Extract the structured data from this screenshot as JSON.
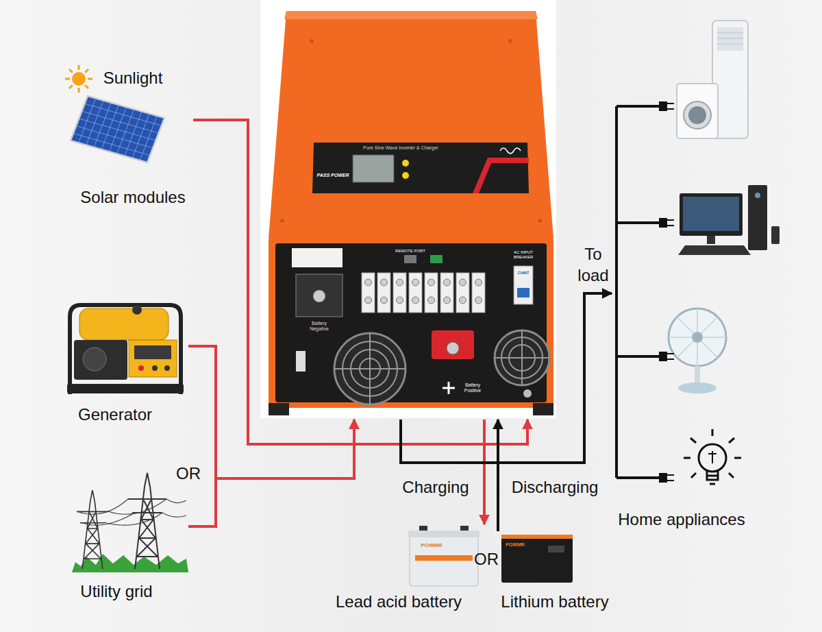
{
  "diagram": {
    "nodes": [
      {
        "text": [
          "Solar modules"
        ]
      },
      {
        "text": [
          "Generator"
        ]
      },
      {
        "text": [
          "Utility grid"
        ]
      },
      {
        "text": [
          "Pure Sine Wave Inverter & Charger",
          "PASS POWER"
        ]
      },
      {
        "text": [
          "Lead acid battery"
        ]
      },
      {
        "text": [
          "Lithium battery"
        ]
      },
      {
        "text": [
          "Home appliances"
        ]
      }
    ],
    "edges": [
      {
        "from": 0,
        "to": 3,
        "arrow": "to"
      },
      {
        "from": 1,
        "to": 3,
        "arrow": "to"
      },
      {
        "from": 2,
        "to": 3,
        "arrow": "to"
      },
      {
        "from": 3,
        "to": 4,
        "label": "Charging",
        "arrow": "to"
      },
      {
        "from": 5,
        "to": 3,
        "label": "Discharging",
        "arrow": "to"
      },
      {
        "from": 3,
        "to": 6,
        "label": "To load",
        "arrow": "to"
      }
    ],
    "labels": [
      "Sunlight",
      "OR",
      "REMOTE PORT",
      "AC INPUT BREAKER",
      "CHNT",
      "Battery Negative",
      "Battery Positive",
      "OR",
      "POWMR",
      "POWMR"
    ]
  }
}
